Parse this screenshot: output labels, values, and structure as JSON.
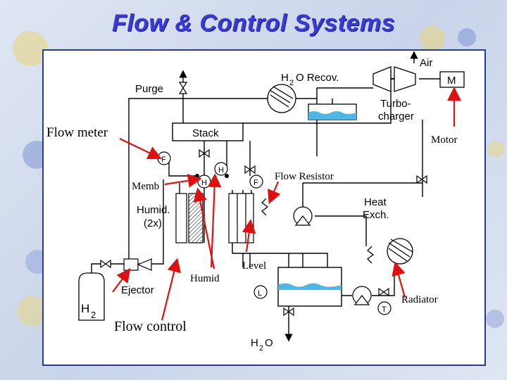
{
  "title": "Flow & Control Systems",
  "labels": {
    "air": "Air",
    "h2o_recov_h": "H",
    "h2o_recov_sub": "2",
    "h2o_recov_rest": "O Recov.",
    "purge": "Purge",
    "motor_box": "M",
    "turbo_line1": "Turbo-",
    "turbo_line2": "charger",
    "flow_meter": "Flow meter",
    "stack": "Stack",
    "motor": "Motor",
    "f_top": "F",
    "memb": "Memb",
    "h_left": "H",
    "h_mid": "H",
    "f_mid": "F",
    "flow_resistor": "Flow Resistor",
    "heat_exch_line1": "Heat",
    "heat_exch_line2": "Exch.",
    "humid_line1": "Humid.",
    "humid_line2": "(2x)",
    "level": "Level",
    "humid": "Humid",
    "ejector": "Ejector",
    "l_sensor": "L",
    "radiator": "Radiator",
    "t_sensor": "T",
    "h2_h": "H",
    "h2_sub": "2",
    "flow_control": "Flow control",
    "h2o_bottom_h": "H",
    "h2o_bottom_sub": "2",
    "h2o_bottom_o": "O"
  },
  "colors": {
    "title": "#3a3ad8",
    "arrow": "#e01010",
    "line": "#000000",
    "water": "#4db8e8"
  }
}
